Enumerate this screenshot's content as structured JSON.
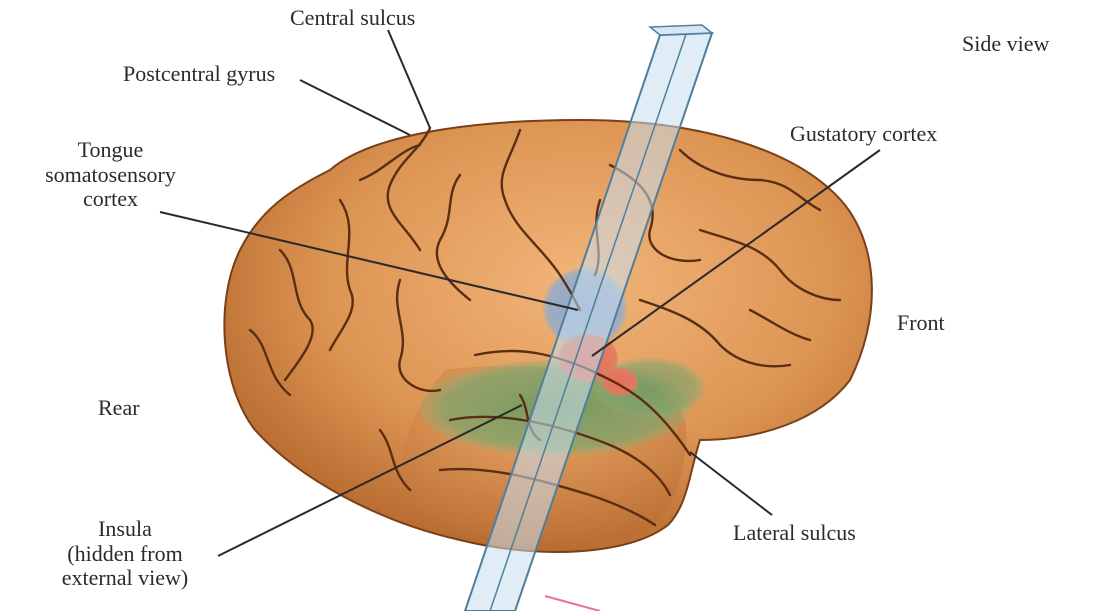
{
  "view_label": "Side view",
  "labels": {
    "central_sulcus": "Central sulcus",
    "postcentral_gyrus": "Postcentral gyrus",
    "tongue_cortex": [
      "Tongue",
      "somatosensory",
      "cortex"
    ],
    "gustatory_cortex": "Gustatory cortex",
    "front": "Front",
    "rear": "Rear",
    "insula": [
      "Insula",
      "(hidden from",
      "external view)"
    ],
    "lateral_sulcus": "Lateral sulcus"
  },
  "colors": {
    "brain_fill": "#d9904e",
    "brain_shadow": "#a85a22",
    "sulci": "#5a2e12",
    "tongue_region": "#8fa6c6",
    "gustatory_region": "#e8735e",
    "insula_region": "#6f9a62",
    "probe": "#b9d4e6"
  }
}
